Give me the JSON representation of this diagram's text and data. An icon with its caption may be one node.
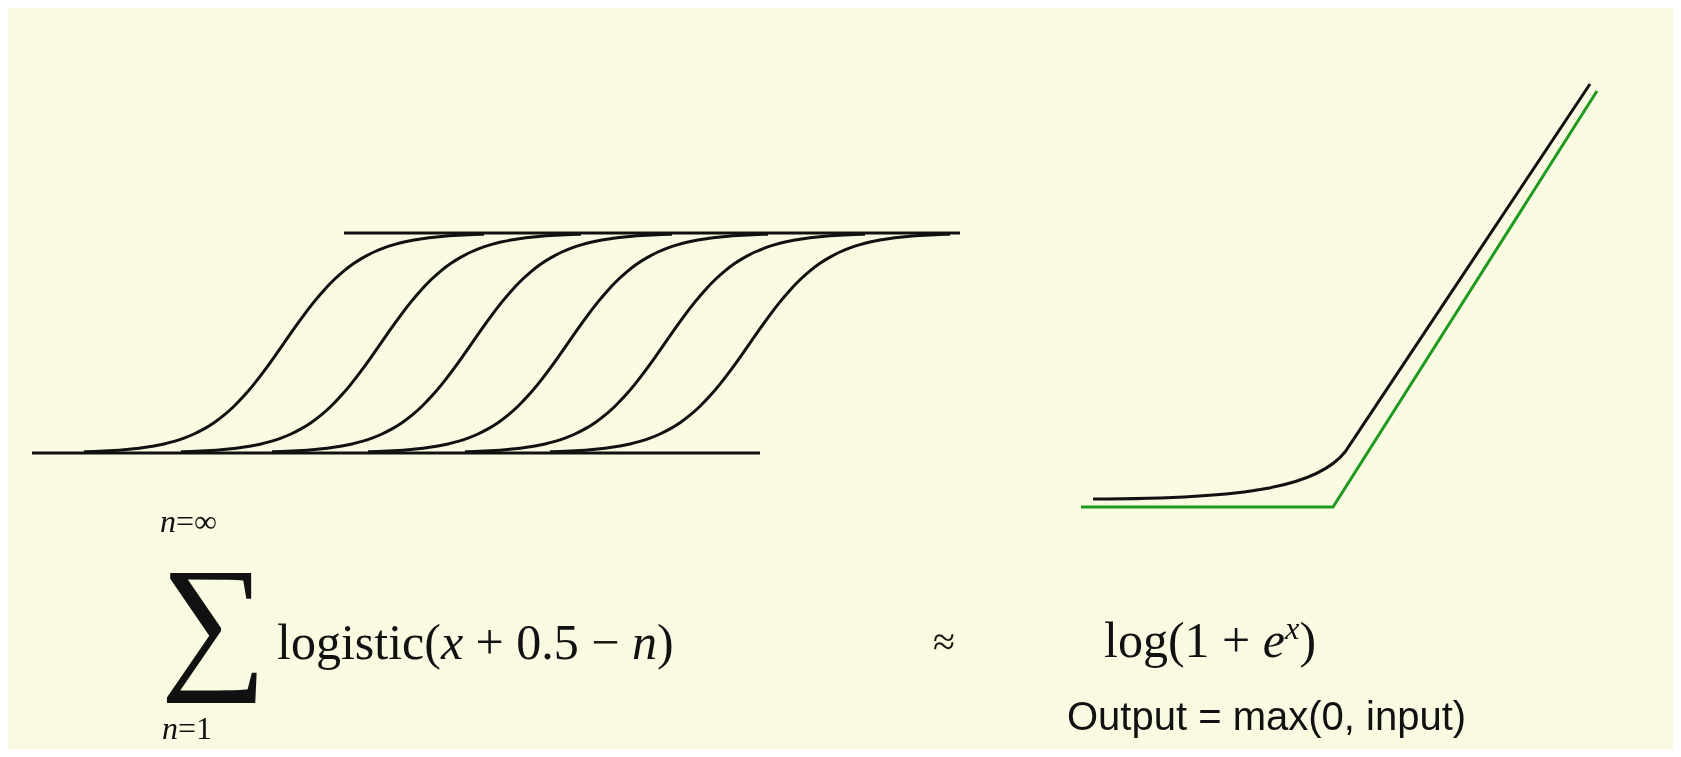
{
  "diagram": {
    "labels": [
      "*n*=∞",
      "∑",
      "logistic(*x* + 0.5 − *n*)",
      "*n*=1",
      "≈",
      "log(1 + *e*$^{x}$)",
      "Output = max(0, input)"
    ]
  }
}
